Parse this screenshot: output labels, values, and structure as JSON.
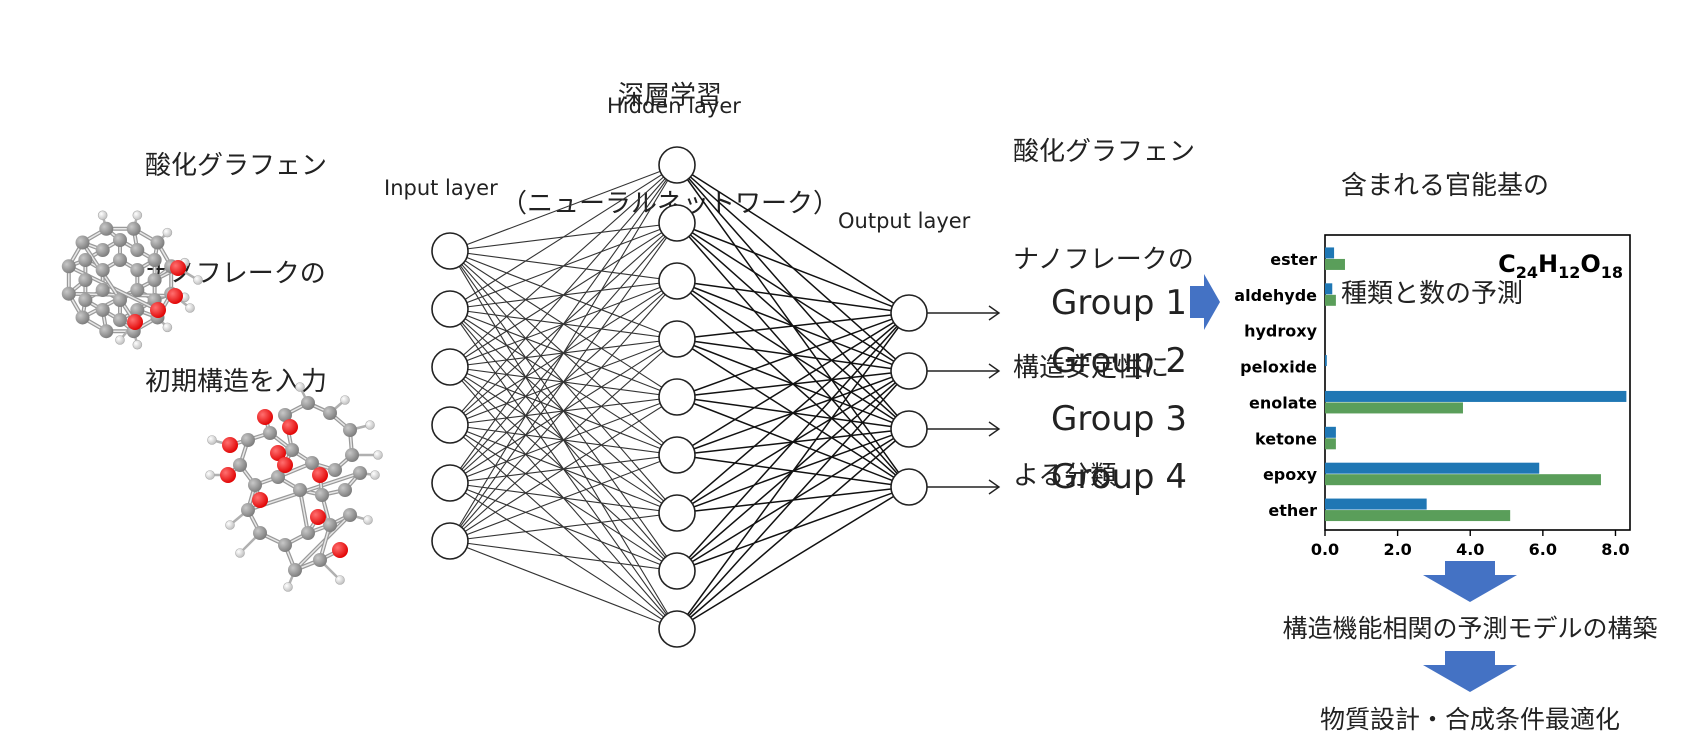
{
  "network": {
    "title_line1": "深層学習",
    "title_line2": "（ニューラルネットワーク）",
    "input_layer_label": "Input layer",
    "hidden_layer_label": "Hidden layer",
    "output_layer_label": "Output layer"
  },
  "input_description": {
    "line1": "酸化グラフェン",
    "line2": "ナノフレークの",
    "line3": "初期構造を入力"
  },
  "classification_description": {
    "line1": "酸化グラフェン",
    "line2": "ナノフレークの",
    "line3": "構造安定性に",
    "line4": "よる分類"
  },
  "groups": [
    "Group 1",
    "Group 2",
    "Group 3",
    "Group 4"
  ],
  "prediction_description": {
    "line1": "含まれる官能基の",
    "line2": "種類と数の予測"
  },
  "formula": {
    "c": "C",
    "c_sub": "24",
    "h": "H",
    "h_sub": "12",
    "o": "O",
    "o_sub": "18"
  },
  "colors": {
    "series_blue": "#1f77b4",
    "series_green": "#5a9e5a",
    "arrow_blue": "#4472c4",
    "oxygen_red": "#e00000",
    "carbon_gray": "#7a7a7a",
    "hydrogen_white": "#e6e6e6"
  },
  "chart_data": {
    "type": "bar",
    "orientation": "horizontal",
    "categories": [
      "ester",
      "aldehyde",
      "hydroxy",
      "peloxide",
      "enolate",
      "ketone",
      "epoxy",
      "ether"
    ],
    "series": [
      {
        "values": [
          0.25,
          0.2,
          0.0,
          0.05,
          8.3,
          0.3,
          5.9,
          2.8
        ]
      },
      {
        "values": [
          0.55,
          0.3,
          0.0,
          0.0,
          3.8,
          0.3,
          7.6,
          5.1
        ]
      }
    ],
    "xlim": [
      0,
      8.4
    ],
    "xticks": [
      "0.0",
      "2.0",
      "4.0",
      "6.0",
      "8.0"
    ],
    "grid": false,
    "legend": "none"
  },
  "steps": {
    "model_building": "構造機能相関の予測モデルの構築",
    "optimization": "物質設計・合成条件最適化"
  }
}
